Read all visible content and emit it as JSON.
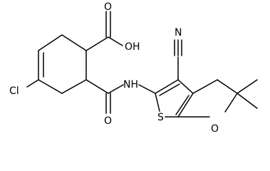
{
  "molecule": {
    "atoms": {
      "cl": "Cl",
      "oh": "OH",
      "o_carboxyl": "O",
      "o_amide": "O",
      "nh": "NH",
      "n_nitrile": "N",
      "s": "S",
      "o_ring": "O"
    },
    "line_color": "#000000"
  }
}
